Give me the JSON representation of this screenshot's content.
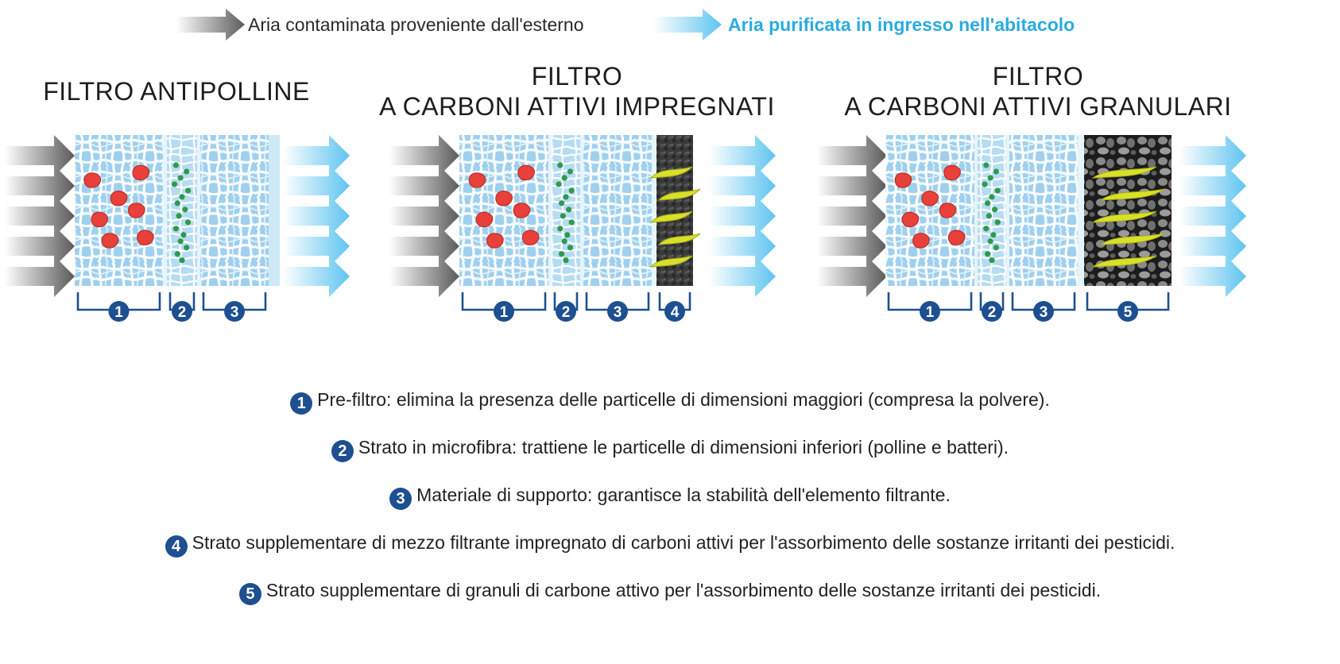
{
  "legend": {
    "contaminated": "Aria contaminata proveniente dall'esterno",
    "purified": "Aria purificata in ingresso nell'abitacolo"
  },
  "filters": [
    {
      "title_lines": [
        "FILTRO ANTIPOLLINE"
      ],
      "layers": [
        "1",
        "2",
        "3"
      ]
    },
    {
      "title_lines": [
        "FILTRO",
        "A CARBONI ATTIVI IMPREGNATI"
      ],
      "layers": [
        "1",
        "2",
        "3",
        "4"
      ]
    },
    {
      "title_lines": [
        "FILTRO",
        "A CARBONI ATTIVI GRANULARI"
      ],
      "layers": [
        "1",
        "2",
        "3",
        "5"
      ]
    }
  ],
  "descriptions": [
    {
      "num": "1",
      "text": "Pre-filtro: elimina la presenza delle particelle di dimensioni maggiori (compresa la polvere)."
    },
    {
      "num": "2",
      "text": "Strato in microfibra: trattiene le particelle di dimensioni inferiori (polline e batteri)."
    },
    {
      "num": "3",
      "text": "Materiale di supporto: garantisce la stabilità dell'elemento filtrante."
    },
    {
      "num": "4",
      "text": "Strato supplementare di mezzo filtrante impregnato di carboni attivi per l'assorbimento delle sostanze irritanti dei pesticidi."
    },
    {
      "num": "5",
      "text": "Strato supplementare di granuli di carbone attivo per l'assorbimento delle sostanze irritanti dei pesticidi."
    }
  ],
  "colors": {
    "badge": "#1d4f91",
    "blue_arrow": "#5ec4f0",
    "gray_arrow": "#6e6e6e",
    "bracket": "#1d4f91",
    "pollutant": "#e8403a",
    "pollen": "#2e9a4e",
    "chemical": "#d8e02a"
  }
}
